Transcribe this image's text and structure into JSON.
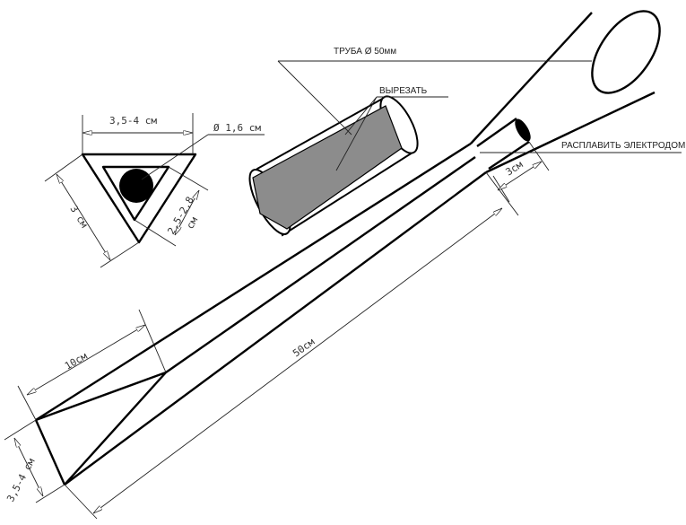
{
  "labels": {
    "pipe": "ТРУБА Ø 50мм",
    "cut": "ВЫРЕЗАТЬ",
    "melt": "РАСПЛАВИТЬ ЭЛЕКТРОДОМ",
    "tube_len": "3см",
    "length": "50см",
    "taper_len": "10см",
    "end_width": "3,5-4 см",
    "tri_width": "3,5-4 см",
    "hole_diam": "Ø 1,6 см",
    "tri_height": "3 см",
    "inner_side": "2,5-2,8",
    "inner_side_unit": "см"
  },
  "colors": {
    "line": "#000000",
    "fill_gray": "#8c8c8c"
  }
}
